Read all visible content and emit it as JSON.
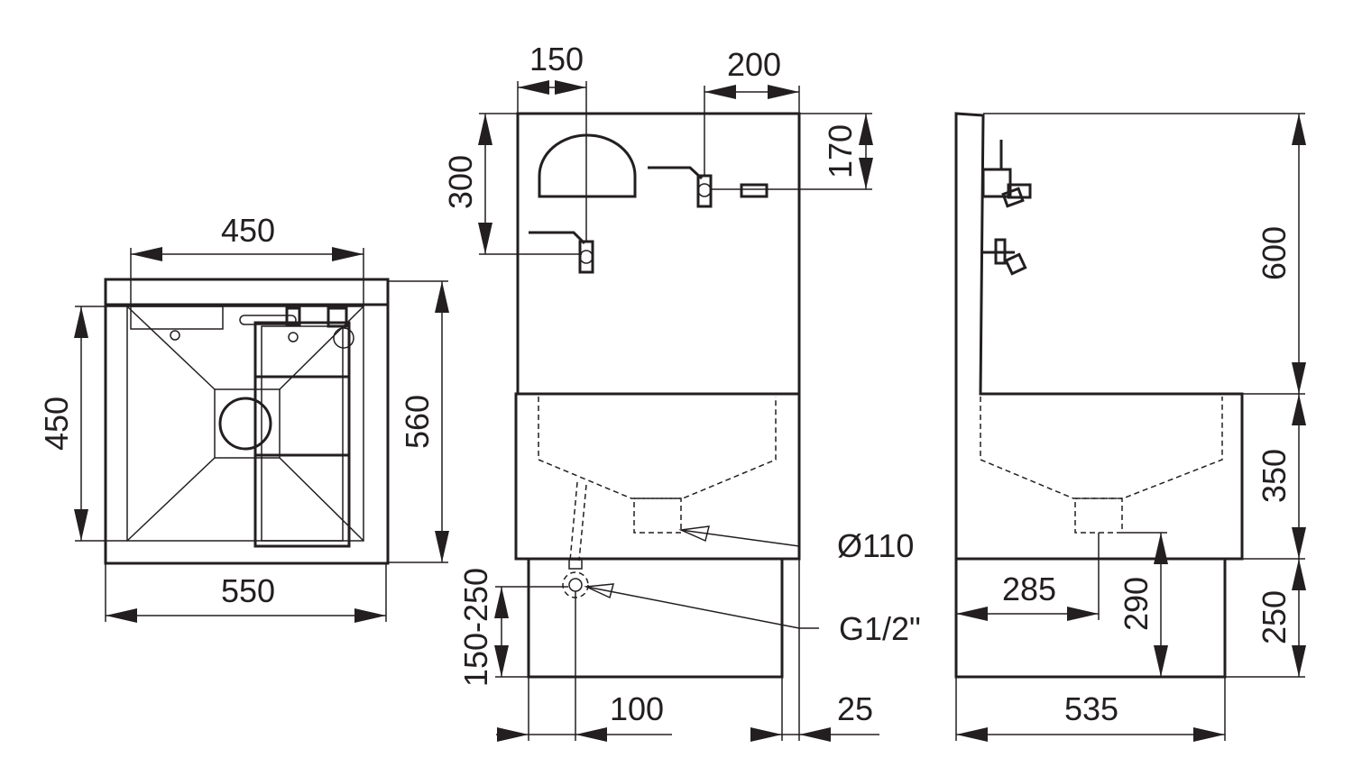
{
  "dims": {
    "top_width_inner": "450",
    "top_depth_inner": "450",
    "top_depth_total": "560",
    "top_width_total": "550",
    "front_tap_offset": "150",
    "front_tap2_offset": "200",
    "front_tap1_height": "300",
    "front_tap2_height": "170",
    "front_drain_diam": "Ø110",
    "front_supply_thread": "G1/2\"",
    "front_supply_height": "150-250",
    "front_supply_x": "100",
    "front_panel_thickness": "25",
    "side_backsplash_height": "600",
    "side_basin_height": "350",
    "side_stand_height": "250",
    "side_drain_x": "285",
    "side_drain_height": "290",
    "side_depth": "535"
  }
}
